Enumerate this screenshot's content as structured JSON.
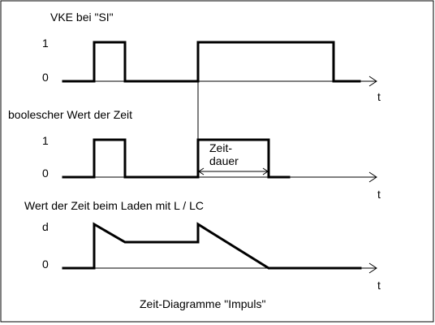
{
  "diagram": {
    "caption": "Zeit-Diagramme \"Impuls\"",
    "panels": [
      {
        "title": "VKE bei \"SI\"",
        "y_high_label": "1",
        "y_low_label": "0",
        "axis_label": "t"
      },
      {
        "title": "boolescher Wert der Zeit",
        "y_high_label": "1",
        "y_low_label": "0",
        "axis_label": "t",
        "annotation_line1": "Zeit-",
        "annotation_line2": "dauer"
      },
      {
        "title": "Wert der Zeit beim Laden mit L / LC",
        "y_high_label": "d",
        "y_low_label": "0",
        "axis_label": "t"
      }
    ]
  }
}
